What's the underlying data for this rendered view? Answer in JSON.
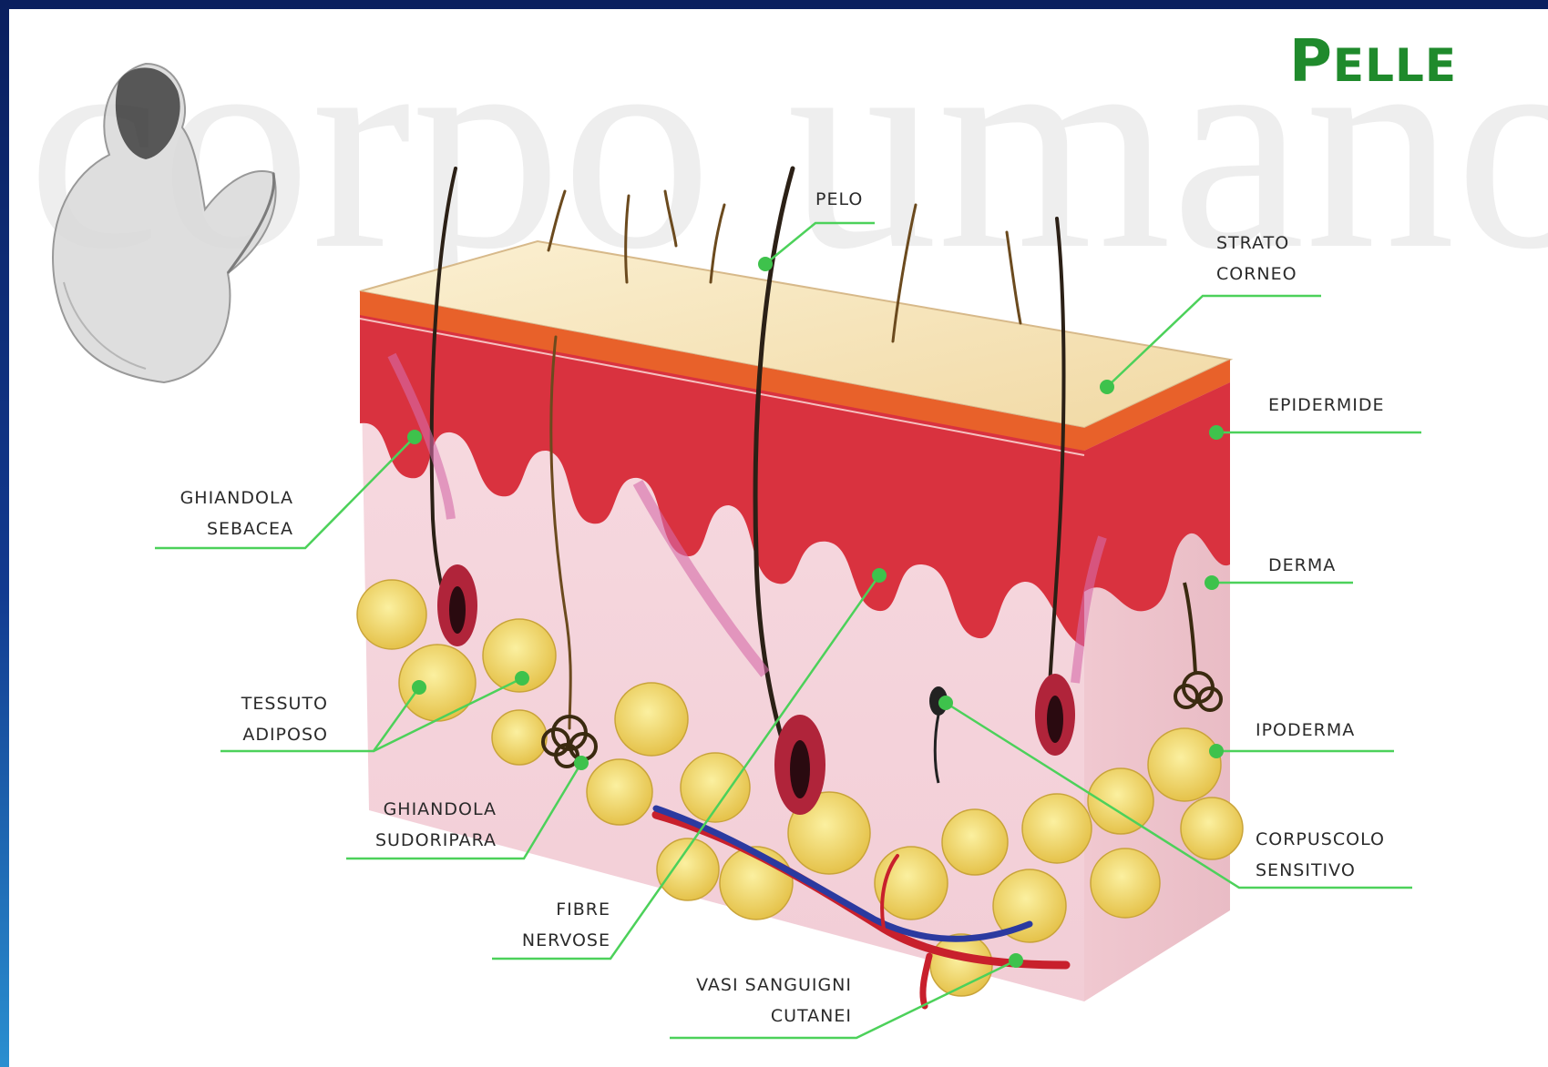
{
  "title": "Pelle",
  "watermark": "corpo umano",
  "colors": {
    "accent": "#1f8a2c",
    "leader": "#4cd15a",
    "frame": "#0a1f5e"
  },
  "labels": {
    "pelo": [
      "PELO"
    ],
    "strato_corneo": [
      "STRATO",
      "CORNEO"
    ],
    "epidermide": [
      "EPIDERMIDE"
    ],
    "derma": [
      "DERMA"
    ],
    "ipoderma": [
      "IPODERMA"
    ],
    "corpuscolo_sensitivo": [
      "CORPUSCOLO",
      "SENSITIVO"
    ],
    "ghiandola_sebacea": [
      "GHIANDOLA",
      "SEBACEA"
    ],
    "tessuto_adiposo": [
      "TESSUTO",
      "ADIPOSO"
    ],
    "ghiandola_sudoripara": [
      "GHIANDOLA",
      "SUDORIPARA"
    ],
    "fibre_nervose": [
      "FIBRE",
      "NERVOSE"
    ],
    "vasi_sanguigni_cutanei": [
      "VASI SANGUIGNI",
      "CUTANEI"
    ]
  }
}
